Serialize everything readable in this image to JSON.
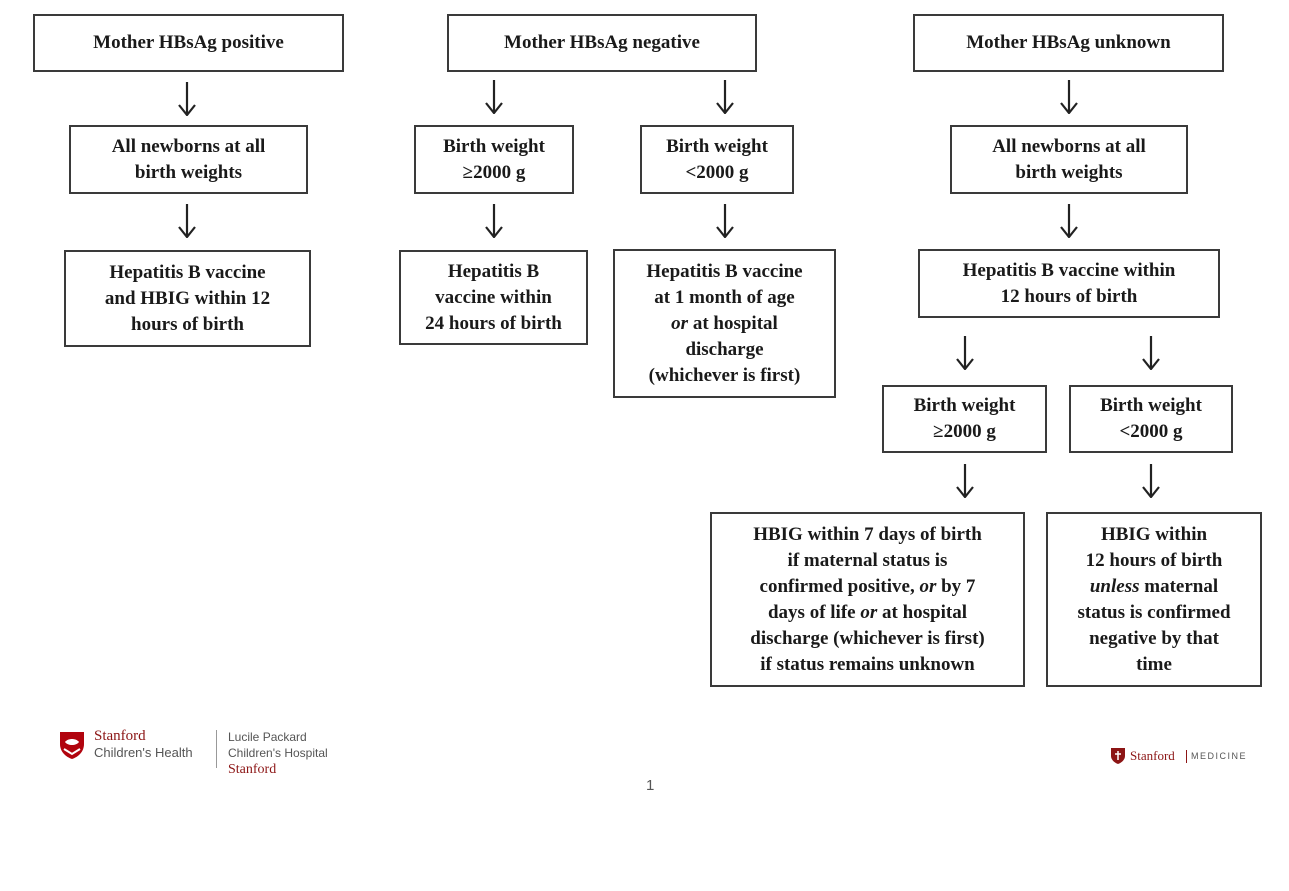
{
  "flowchart": {
    "positive": {
      "header": "Mother HBsAg positive",
      "population": [
        "All newborns at all",
        "birth weights"
      ],
      "action": [
        "Hepatitis B vaccine",
        "and HBIG within 12",
        "hours of birth"
      ]
    },
    "negative": {
      "header": "Mother HBsAg negative",
      "weight_high": [
        "Birth weight",
        "≥2000 g"
      ],
      "weight_low": [
        "Birth weight",
        "<2000 g"
      ],
      "action_high": [
        "Hepatitis B",
        "vaccine within",
        "24 hours of birth"
      ],
      "action_low": {
        "l1": "Hepatitis B vaccine",
        "l2": "at 1 month of age",
        "l3_italic": "or",
        "l3_rest": " at hospital",
        "l4": "discharge",
        "l5": "(whichever is first)"
      }
    },
    "unknown": {
      "header": "Mother HBsAg unknown",
      "population": [
        "All newborns at all",
        "birth weights"
      ],
      "vaccine": [
        "Hepatitis B vaccine within",
        "12 hours of birth"
      ],
      "weight_high": [
        "Birth weight",
        "≥2000 g"
      ],
      "weight_low": [
        "Birth weight",
        "<2000 g"
      ],
      "action_high": {
        "l1": "HBIG within 7 days of birth",
        "l2": "if maternal status is",
        "l3a": "confirmed positive, ",
        "l3_italic": "or",
        "l3b": " by 7",
        "l4a": "days of life ",
        "l4_italic": "or",
        "l4b": " at hospital",
        "l5": "discharge (whichever is first)",
        "l6": "if status remains unknown"
      },
      "action_low": {
        "l1": "HBIG within",
        "l2": "12 hours of birth",
        "l3_italic": "unless",
        "l3_rest": " maternal",
        "l4": "status is confirmed",
        "l5": "negative by that",
        "l6": "time"
      }
    }
  },
  "footer": {
    "scch_name_line1": "Stanford",
    "scch_name_line2": "Children's Health",
    "lpch_line1": "Lucile Packard",
    "lpch_line2": "Children's Hospital",
    "lpch_line3": "Stanford",
    "page_number": "1",
    "medicine_brand": "Stanford",
    "medicine_word": "MEDICINE"
  },
  "colors": {
    "border": "#3a3a3a",
    "text": "#1a1a1a",
    "stanford_red": "#8c1515",
    "footer_gray": "#555555"
  }
}
